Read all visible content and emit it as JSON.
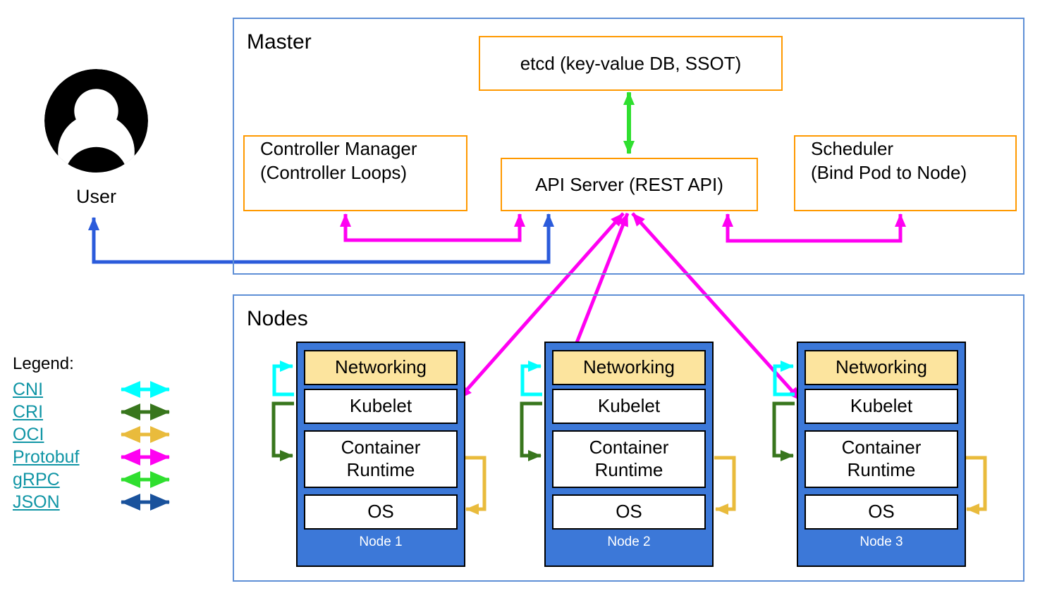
{
  "colors": {
    "cni": "#00ffff",
    "cri": "#38761d",
    "oci": "#e9bb3c",
    "protobuf": "#ff00f2",
    "grpc": "#2fdf2f",
    "json": "#1a529c",
    "json_link": "#2b5bdb",
    "box_border": "#ff9900",
    "frame_border": "#5e8fd6",
    "node_fill": "#3c78d8",
    "networking_fill": "#fce49e",
    "legend_link": "#1095a5"
  },
  "user": {
    "label": "User"
  },
  "master": {
    "title": "Master",
    "etcd": "etcd (key-value DB, SSOT)",
    "controller_manager_line1": "Controller Manager",
    "controller_manager_line2": "(Controller Loops)",
    "api_server": "API Server (REST API)",
    "scheduler_line1": "Scheduler",
    "scheduler_line2": "(Bind Pod to Node)"
  },
  "nodes": {
    "title": "Nodes",
    "layers": {
      "networking": "Networking",
      "kubelet": "Kubelet",
      "runtime": "Container Runtime",
      "os": "OS"
    },
    "stacks": [
      {
        "name": "Node 1"
      },
      {
        "name": "Node 2"
      },
      {
        "name": "Node 3"
      }
    ]
  },
  "legend": {
    "title": "Legend:",
    "items": [
      {
        "label": "CNI",
        "protocol": "cni"
      },
      {
        "label": "CRI",
        "protocol": "cri"
      },
      {
        "label": "OCI",
        "protocol": "oci"
      },
      {
        "label": "Protobuf",
        "protocol": "protobuf"
      },
      {
        "label": "gRPC",
        "protocol": "grpc"
      },
      {
        "label": "JSON",
        "protocol": "json"
      }
    ]
  }
}
